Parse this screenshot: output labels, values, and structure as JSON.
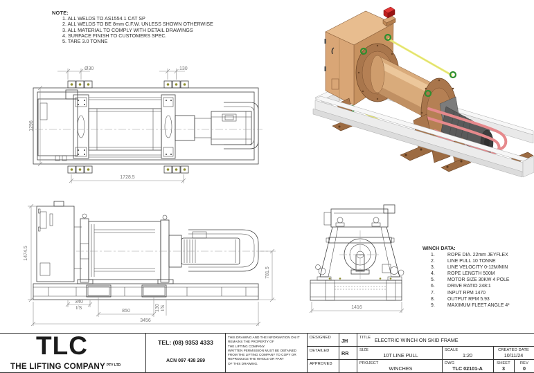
{
  "notes": {
    "heading": "NOTE:",
    "items": [
      "1.  ALL WELDS TO AS1554.1 CAT SP",
      "2.  ALL WELDS TO BE 8mm C.F.W. UNLESS SHOWN OTHERWISE",
      "3.  ALL MATERIAL TO COMPLY WITH DETAIL DRAWINGS",
      "4.  SURFACE FINISH TO CUSTOMERS SPEC.",
      "5.  TARE 3.0 TONNE"
    ]
  },
  "winch_data": {
    "heading": "WINCH DATA:",
    "items": [
      {
        "n": "1.",
        "t": "ROPE DIA. 22mm JEYFLEX"
      },
      {
        "n": "2.",
        "t": "LINE PULL 10 TONNE"
      },
      {
        "n": "3.",
        "t": "LINE VELOCITY 0-12M/MIN"
      },
      {
        "n": "4.",
        "t": "ROPE LENGTH 500M"
      },
      {
        "n": "5.",
        "t": "MOTOR SIZE 30KW 4 POLE"
      },
      {
        "n": "6.",
        "t": "DRIVE RATIO 248:1"
      },
      {
        "n": "7.",
        "t": "INPUT RPM 1470"
      },
      {
        "n": "8.",
        "t": "OUTPUT RPM 5.93"
      },
      {
        "n": "9.",
        "t": "MAXIMUM FLEET ANGLE 4*"
      }
    ]
  },
  "dimensions": {
    "plan": {
      "hole": "Ø30",
      "pitch": "130",
      "frame_width": "1296",
      "plate_span": "1728.5"
    },
    "side": {
      "overall_height": "1474.5",
      "drum_centre_height": "781.5",
      "pocket_offset": "340",
      "pocket_offset_note": "I/S",
      "pocket_centres": "850",
      "pocket_width": "130",
      "pocket_width_note": "I/S",
      "overall_length": "3456"
    },
    "end": {
      "overall_width": "1416"
    }
  },
  "iso_colors": {
    "cabinet_tan": "#d9a676",
    "drum_tan": "#d9ab7b",
    "plate_brown": "#a9764c",
    "motor_gray": "#5a5a5a",
    "handrail_red": "#e6898c",
    "tie_rod_yellow": "#eded7d",
    "lifting_eye_green": "#2f8f2f",
    "estop_red": "#e23535",
    "skid_white": "#f7f7f7"
  },
  "title_block": {
    "logo": {
      "acronym": "TLC",
      "company": "THE LIFTING COMPANY",
      "suffix": "PTY LTD"
    },
    "contact": {
      "tel": "TEL: (08) 9353 4333",
      "acn": "ACN 097 438 269"
    },
    "disclaimer_lines": [
      "THIS DRAWING AND THE INFORMATION ON IT",
      "REMAINS THE PROPERTY OF",
      "THE LIFTING COMPANY.",
      "WRITTEN PERMISSION MUST BE OBTAINED",
      "FROM THE LIFTING COMPANY TO COPY OR",
      "REPRODUCE THE WHOLE OR PART",
      "OF THIS DRAWING."
    ],
    "designed_label": "DESIGNED",
    "designed_value": "JH",
    "detailed_label": "DETAILED",
    "detailed_value": "RR",
    "approved_label": "APPROVED",
    "approved_value": "",
    "title_label": "TITLE",
    "title_value": "ELECTRIC WINCH ON SKID FRAME",
    "size_label": "SIZE",
    "size_value": "10T LINE PULL",
    "scale_label": "SCALE",
    "scale_value": "1:20",
    "created_label": "CREATED DATE",
    "created_value": "10/11/24",
    "project_label": "PROJECT",
    "project_value": "WINCHES",
    "dwg_label": "DWG",
    "dwg_value": "TLC 02101-A",
    "sheet_label": "SHEET",
    "sheet_value": "3",
    "rev_label": "REV",
    "rev_value": "0"
  }
}
